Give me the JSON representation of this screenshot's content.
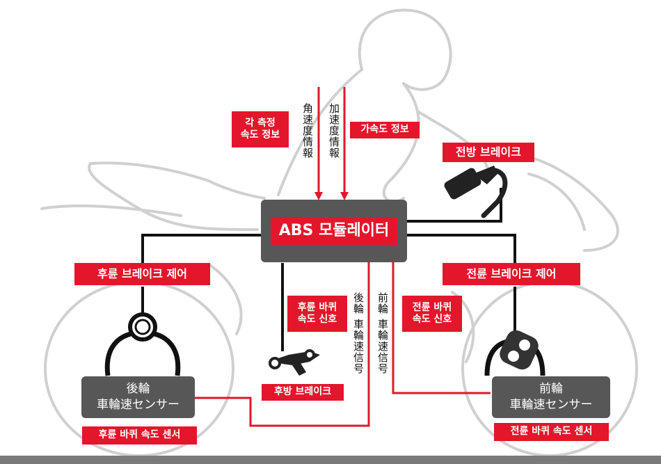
{
  "module": {
    "label": "ABS 모듈레이터"
  },
  "labels": {
    "angular_speed": "각 측정\n속도 정보",
    "acceleration": "가속도 정보",
    "front_brake": "전방 브레이크",
    "rear_brake_control": "후륜 브레이크 제어",
    "front_brake_control": "전륜 브레이크 제어",
    "rear_wheel_signal": "후륜 바퀴\n속도 신호",
    "front_wheel_signal": "전륜 바퀴\n속도 신호",
    "rear_brake": "후방 브레이크",
    "rear_sensor_caption": "후륜 바퀴 속도 센서",
    "front_sensor_caption": "전륜 바퀴 속도 센서"
  },
  "vertical_labels": {
    "angular_info": "角速度情報",
    "accel_info": "加速度情報",
    "rear_speed_signal": "後輪 車輪速信号",
    "front_speed_signal": "前輪 車輪速信号"
  },
  "sensors": {
    "rear": {
      "line1": "後輪",
      "line2": "車輪速センサー"
    },
    "front": {
      "line1": "前輪",
      "line2": "車輪速センサー"
    }
  },
  "colors": {
    "accent": "#e4162b",
    "box": "#575757",
    "outline": "#cfcfcf"
  },
  "icons": [
    "rider-silhouette",
    "brake-lever-icon",
    "rear-brake-pedal-icon",
    "rear-sensor-icon",
    "front-sensor-icon"
  ]
}
